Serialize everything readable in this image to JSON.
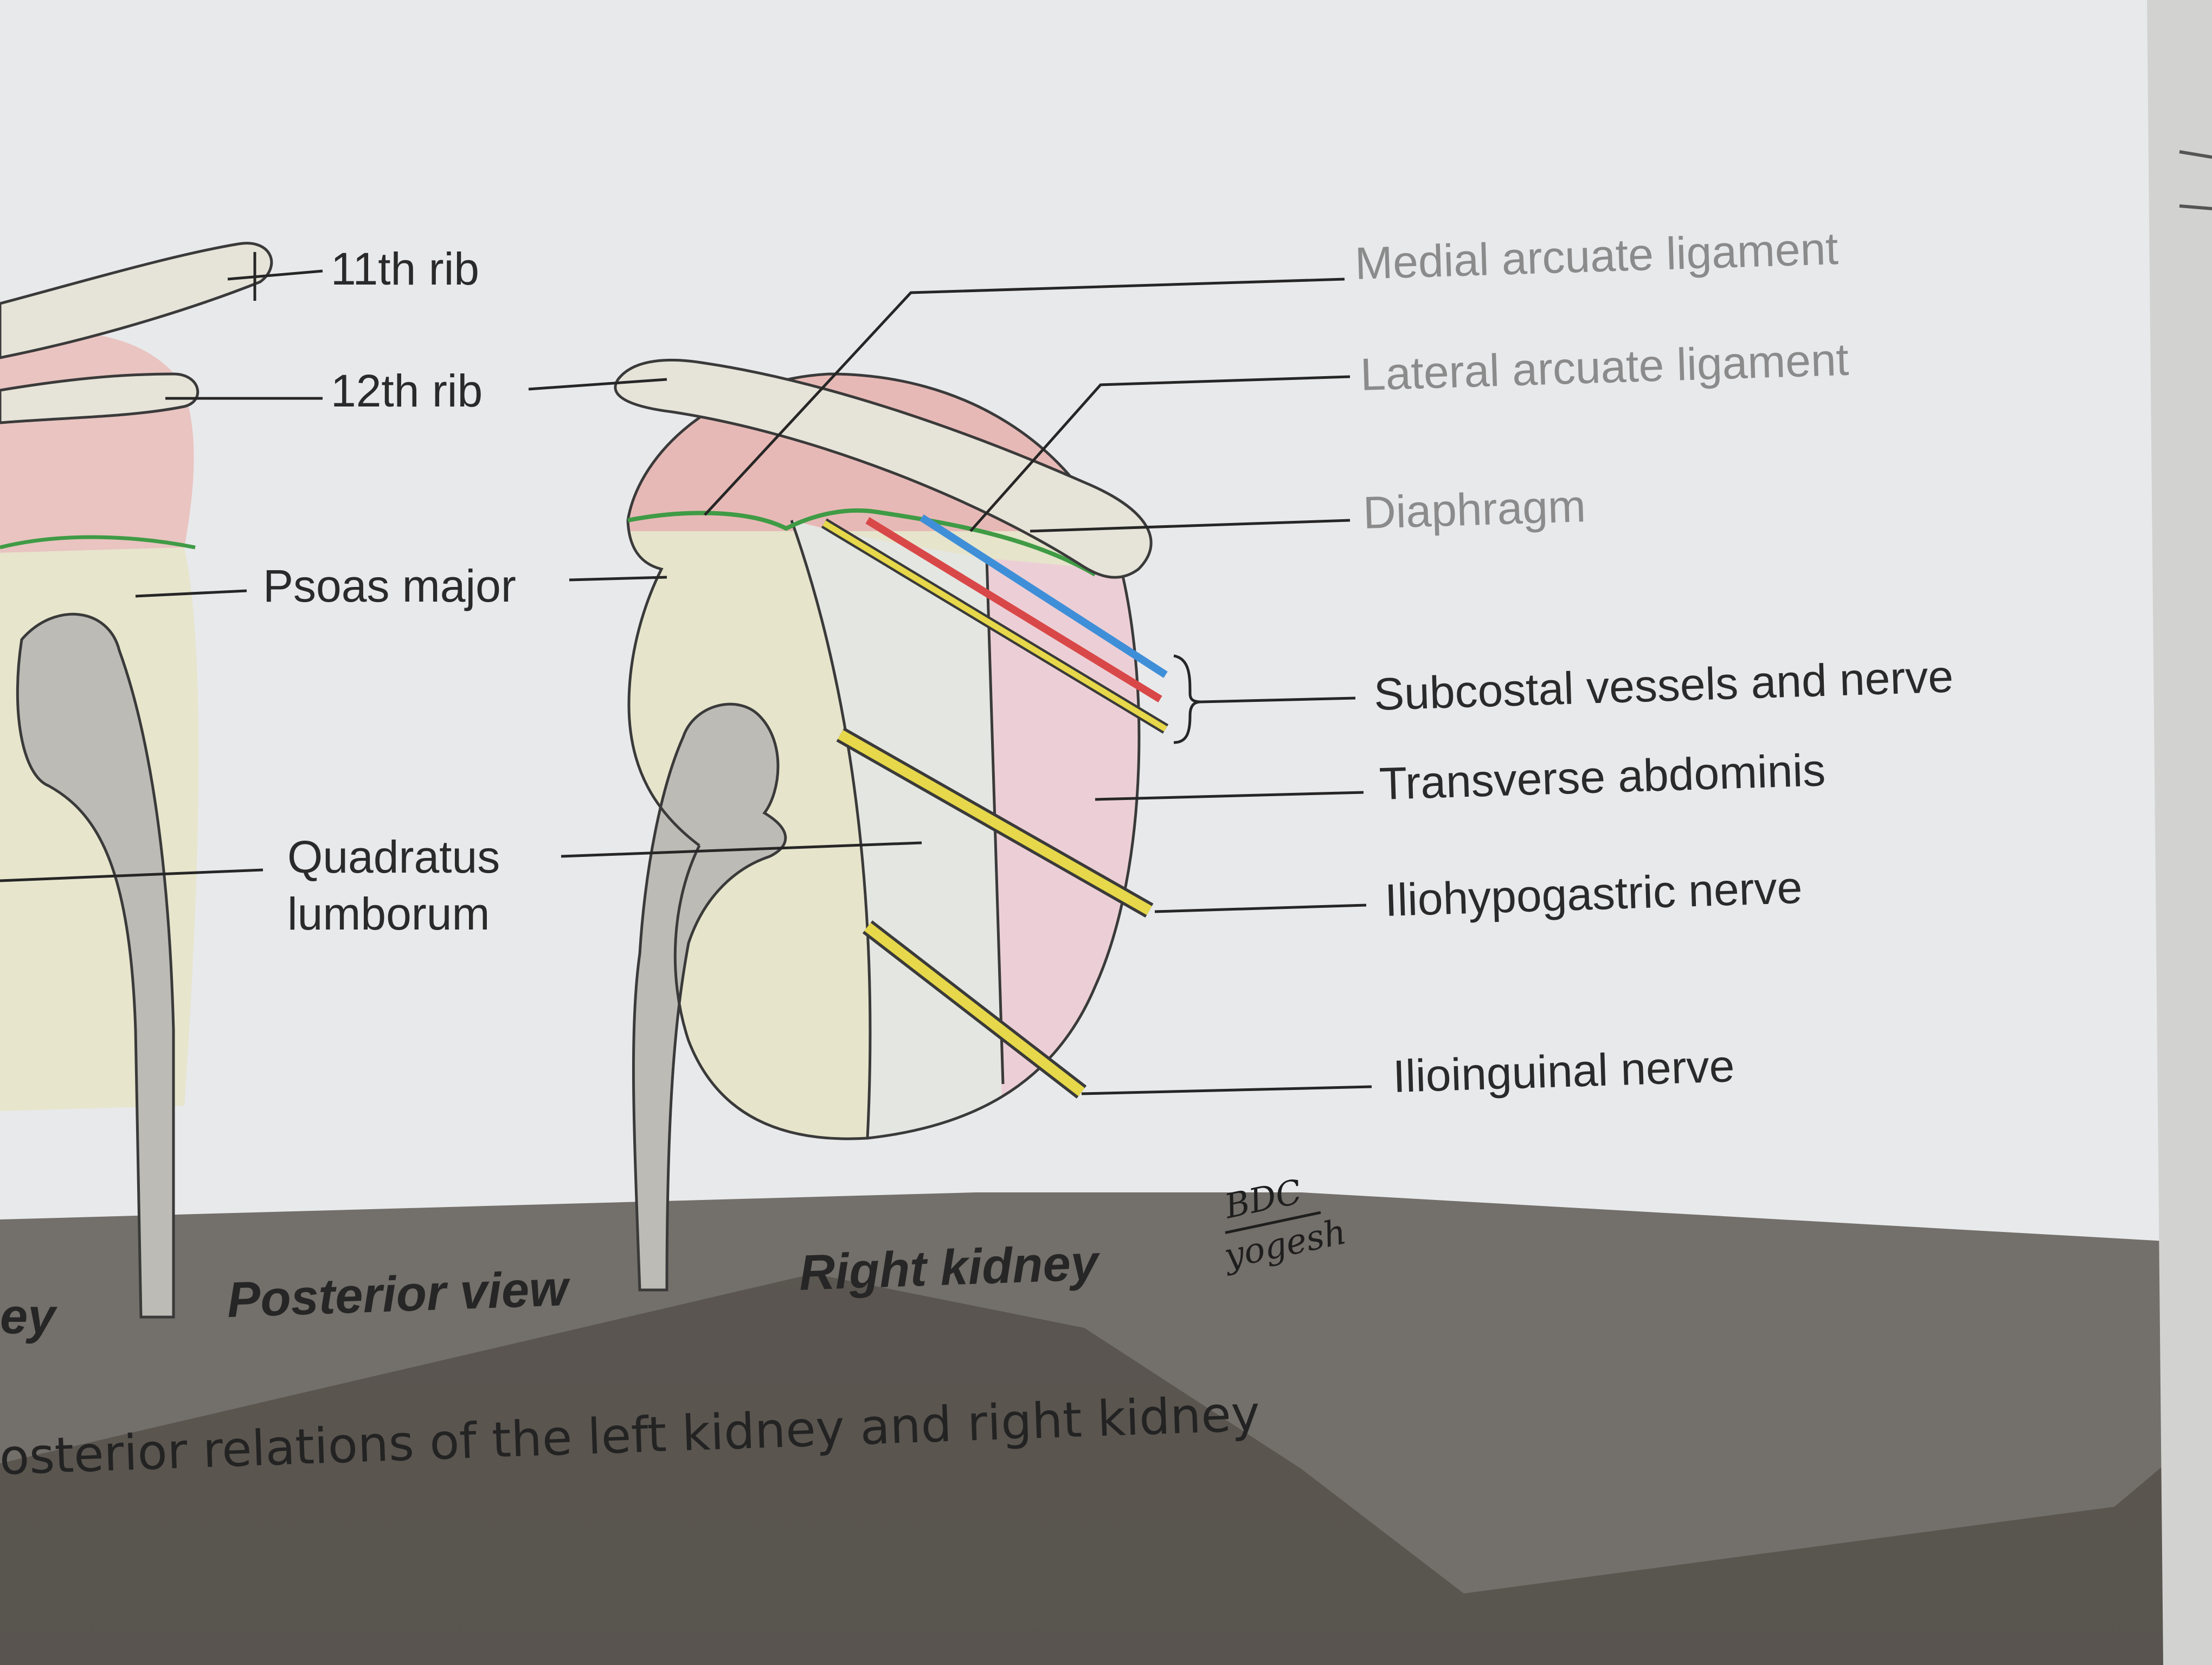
{
  "labels": {
    "rib11": "11th rib",
    "rib12": "12th rib",
    "psoas": "Psoas major",
    "quadratus_line1": "Quadratus",
    "quadratus_line2": "lumborum",
    "medial_arcuate": "Medial arcuate ligament",
    "lateral_arcuate": "Lateral arcuate ligament",
    "diaphragm": "Diaphragm",
    "subcostal": "Subcostal vessels and nerve",
    "transverse": "Transverse abdominis",
    "iliohypogastric": "Iliohypogastric nerve",
    "ilioinguinal": "Ilioinguinal nerve"
  },
  "subtitles": {
    "left_partial": "ey",
    "posterior_view": "Posterior view",
    "right_kidney": "Right kidney"
  },
  "caption": "osterior relations of the left kidney and right kidney",
  "handwritten": {
    "line1": "BDC",
    "line2": "yogesh"
  },
  "colors": {
    "paper": "#e9eaec",
    "shadow": "#4a4642",
    "rib": "#e6e3d8",
    "diaphragm_pink": "#e7b9b6",
    "psoas": "#e6e4cb",
    "quadratus_panel": "#e4e6e2",
    "transverse_pink": "#eccfd6",
    "vertebra": "#b9b8b3",
    "diaphragm_line": "#3f9b45",
    "vein_blue": "#3f8fd8",
    "artery_red": "#d94848",
    "nerve_yellow": "#e6d84a"
  }
}
